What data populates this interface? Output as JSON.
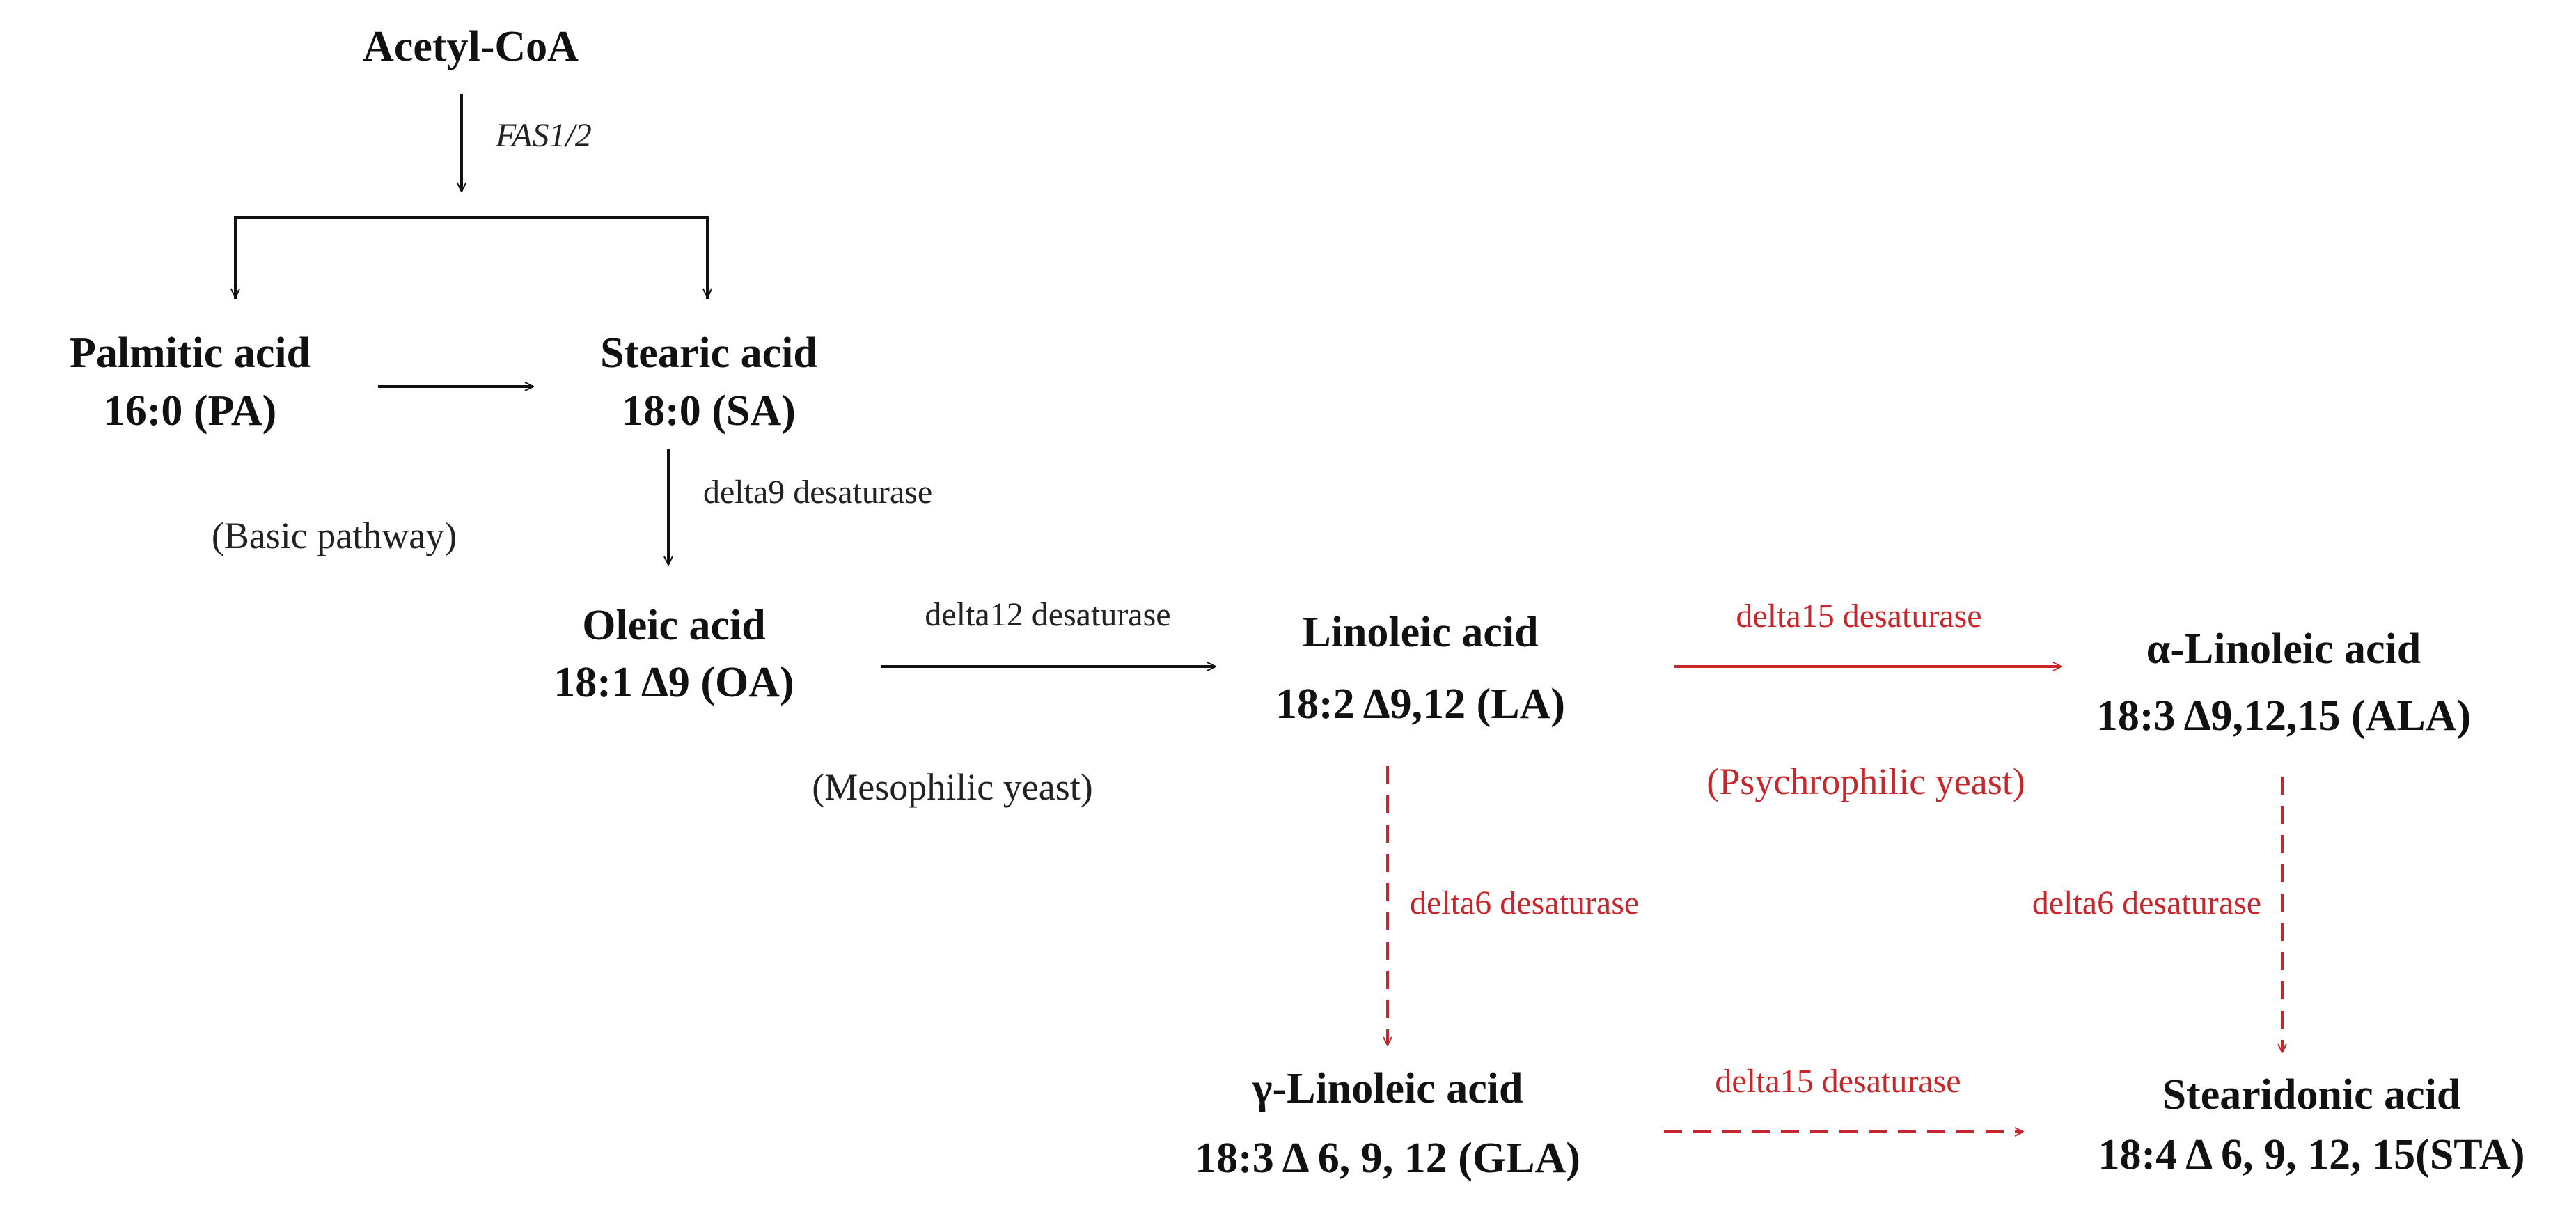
{
  "colors": {
    "black": "#111111",
    "red": "#c8262a"
  },
  "nodes": {
    "acetyl": {
      "name": "Acetyl-CoA"
    },
    "pa": {
      "name": "Palmitic acid",
      "formula": "16:0 (PA)"
    },
    "sa": {
      "name": "Stearic acid",
      "formula": "18:0 (SA)"
    },
    "oa": {
      "name": "Oleic acid",
      "formula": "18:1  Δ9 (OA)"
    },
    "la": {
      "name": "Linoleic acid",
      "formula": "18:2 Δ9,12 (LA)"
    },
    "ala": {
      "name": "α-Linoleic acid",
      "formula": "18:3  Δ9,12,15 (ALA)"
    },
    "gla": {
      "name": "γ-Linoleic acid",
      "formula": "18:3 Δ 6, 9, 12 (GLA)"
    },
    "sta": {
      "name": "Stearidonic acid",
      "formula": "18:4 Δ 6, 9, 12, 15(STA)"
    }
  },
  "enzymes": {
    "fas": "FAS1/2",
    "d9": "delta9 desaturase",
    "d12": "delta12 desaturase",
    "d15_top": "delta15 desaturase",
    "d6_left": "delta6 desaturase",
    "d6_right": "delta6 desaturase",
    "d15_bottom": "delta15 desaturase"
  },
  "notes": {
    "basic": "(Basic pathway)",
    "mesophilic": "(Mesophilic yeast)",
    "psychrophilic": "(Psychrophilic yeast)"
  }
}
